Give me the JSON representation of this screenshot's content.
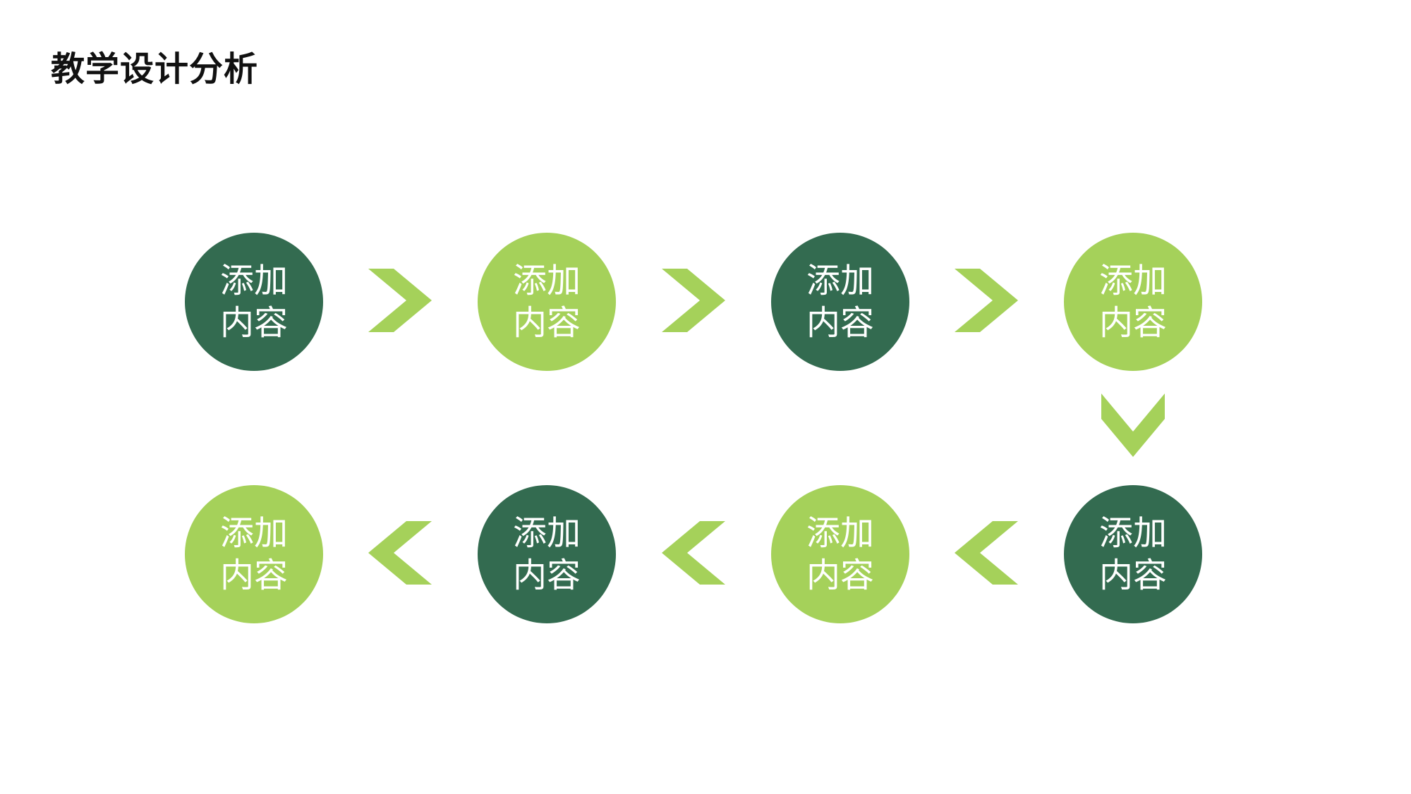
{
  "title": "教学设计分析",
  "colors": {
    "dark": "#336b50",
    "light": "#a5d15a",
    "arrow": "#a5d15a"
  },
  "nodes": [
    {
      "label": "添加内容",
      "tone": "dark"
    },
    {
      "label": "添加内容",
      "tone": "light"
    },
    {
      "label": "添加内容",
      "tone": "dark"
    },
    {
      "label": "添加内容",
      "tone": "light"
    },
    {
      "label": "添加内容",
      "tone": "dark"
    },
    {
      "label": "添加内容",
      "tone": "light"
    },
    {
      "label": "添加内容",
      "tone": "dark"
    },
    {
      "label": "添加内容",
      "tone": "light"
    }
  ],
  "arrows": [
    {
      "direction": "right"
    },
    {
      "direction": "right"
    },
    {
      "direction": "right"
    },
    {
      "direction": "down"
    },
    {
      "direction": "left"
    },
    {
      "direction": "left"
    },
    {
      "direction": "left"
    }
  ]
}
